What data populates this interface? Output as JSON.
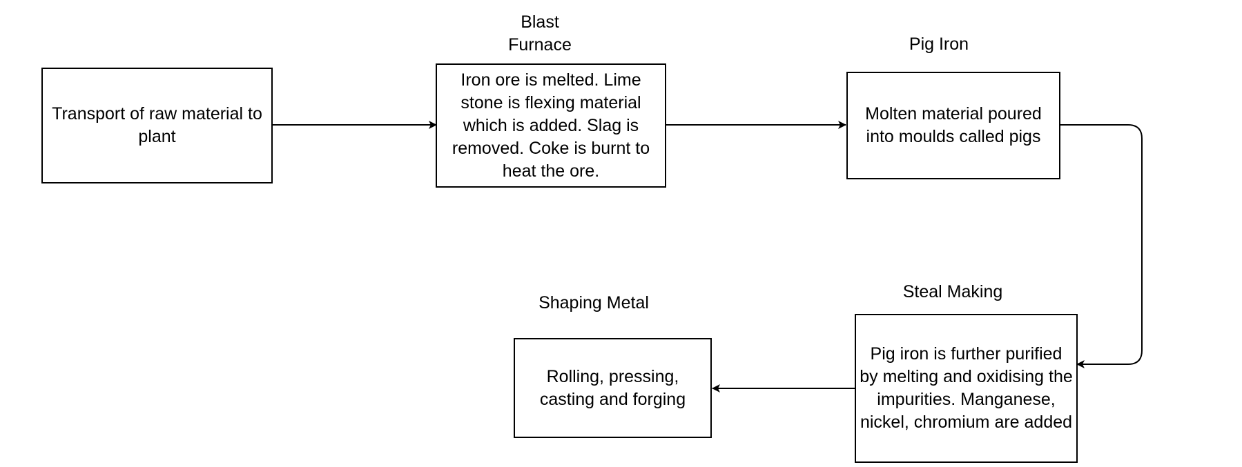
{
  "diagram": {
    "nodes": [
      {
        "id": "transport",
        "heading": "",
        "text": "Transport of raw material to plant"
      },
      {
        "id": "blast",
        "heading": "Blast Furnace",
        "text": "Iron ore is melted. Lime stone is flexing material which is added. Slag is removed. Coke is burnt to heat the ore."
      },
      {
        "id": "pig",
        "heading": "Pig Iron",
        "text": "Molten material poured into moulds called pigs"
      },
      {
        "id": "steel",
        "heading": "Steal Making",
        "text": "Pig iron is further purified by melting and oxidising the impurities. Manganese, nickel, chromium are added"
      },
      {
        "id": "shaping",
        "heading": "Shaping Metal",
        "text": "Rolling, pressing, casting and forging"
      }
    ],
    "edges": [
      {
        "from": "transport",
        "to": "blast"
      },
      {
        "from": "blast",
        "to": "pig"
      },
      {
        "from": "pig",
        "to": "steel"
      },
      {
        "from": "steel",
        "to": "shaping"
      }
    ]
  }
}
